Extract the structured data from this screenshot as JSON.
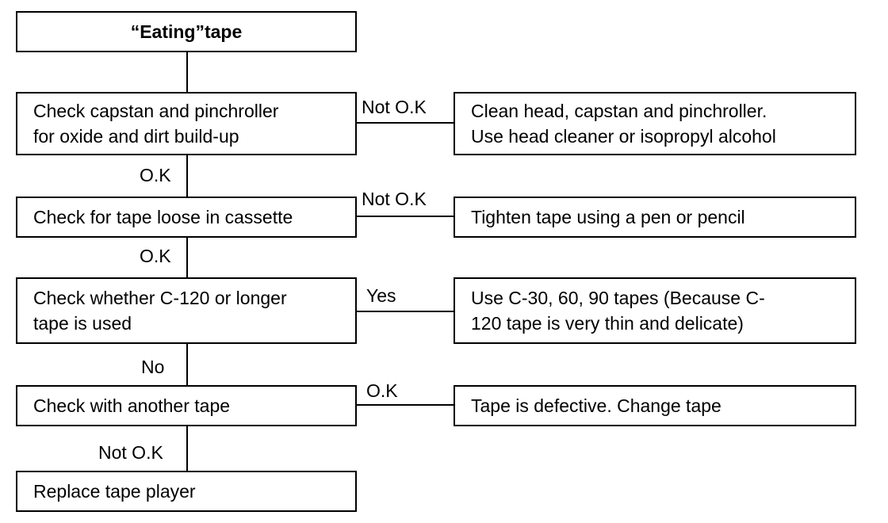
{
  "flowchart": {
    "start": "“Eating”tape",
    "steps": [
      {
        "check": "Check capstan and pinchroller\nfor oxide and dirt build-up",
        "branch_label": "Not O.K",
        "action": "Clean head, capstan and pinchroller.\nUse head cleaner or isopropyl alcohol",
        "next_label": "O.K"
      },
      {
        "check": "Check for tape loose in cassette",
        "branch_label": "Not O.K",
        "action": "Tighten tape using a pen or pencil",
        "next_label": "O.K"
      },
      {
        "check": "Check whether C-120 or longer\ntape is used",
        "branch_label": "Yes",
        "action": "Use C-30, 60, 90 tapes (Because C-\n120 tape is very thin and delicate)",
        "next_label": "No"
      },
      {
        "check": "Check with another tape",
        "branch_label": "O.K",
        "action": "Tape is defective. Change tape",
        "next_label": "Not O.K"
      }
    ],
    "end": "Replace tape player"
  }
}
